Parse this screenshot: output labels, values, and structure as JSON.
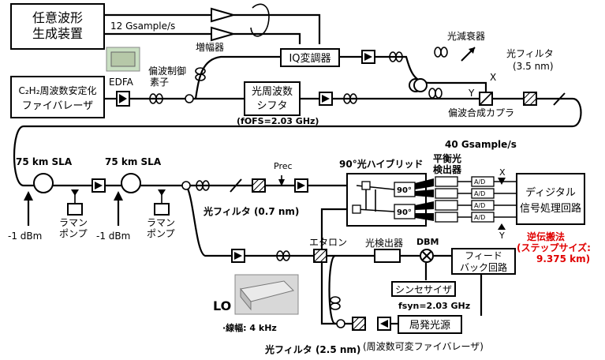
{
  "labels": {
    "awg_l1": "任意波形",
    "awg_l2": "生成装置",
    "rate_12g": "12 Gsample/s",
    "amp": "増幅器",
    "iq_mod": "IQ変調器",
    "atten": "光減衰器",
    "opt_filter": "光フィルタ",
    "opt_filter_bw": "(3.5 nm)",
    "laser_l1": "C₂H₂周波数安定化",
    "laser_l2": "ファイバレーザ",
    "edfa": "EDFA",
    "pol_ctrl_l1": "偏波制御",
    "pol_ctrl_l2": "素子",
    "ofs_l1": "光周波数",
    "ofs_l2": "シフタ",
    "f_ofs": "(fOFS=2.03 GHz)",
    "pbc": "偏波合成カプラ",
    "x": "X",
    "y": "Y",
    "rate_40g": "40 Gsample/s",
    "sla1": "75 km SLA",
    "sla2": "75 km SLA",
    "p_rec": "Prec",
    "hybrid": "90°光ハイブリッド",
    "bal_l1": "平衡光",
    "bal_l2": "検出器",
    "deg90": "90°",
    "ad": "A/D",
    "dsp_l1": "ディジタル",
    "dsp_l2": "信号処理回路",
    "pump_l1": "ラマン",
    "pump_l2": "ポンプ",
    "pump_power": "-1 dBm",
    "filter07": "光フィルタ (0.7 nm)",
    "etalon": "エタロン",
    "pd": "光検出器",
    "dbm": "DBM",
    "fb_l1": "フィード",
    "fb_l2": "バック回路",
    "synth": "シンセサイザ",
    "f_syn": "fsyn=2.03 GHz",
    "backprop_l1": "逆伝搬法",
    "backprop_l2": "(ステップサイズ:",
    "backprop_l3": "9.375 km)",
    "lo": "LO",
    "linewidth": "·線幅: 4 kHz",
    "lo_laser": "局発光源",
    "filter25": "光フィルタ (2.5 nm)",
    "tunable": "(周波数可変ファイバレーザ)"
  }
}
